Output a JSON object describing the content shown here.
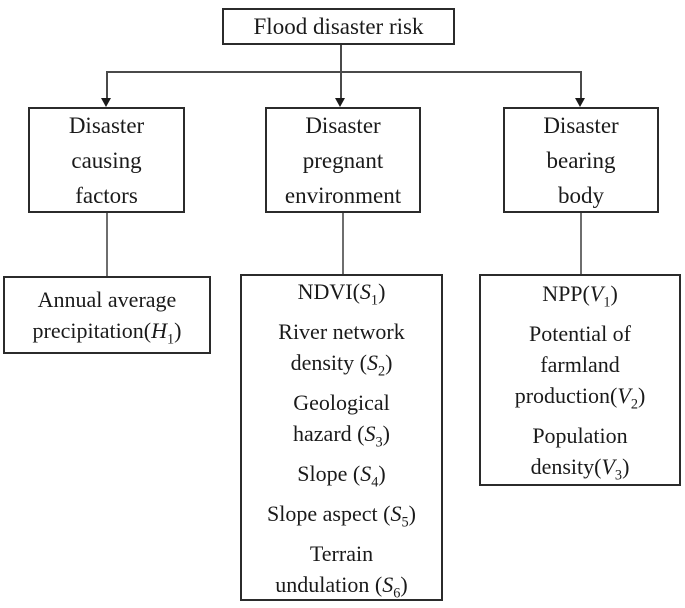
{
  "nodes": {
    "root": {
      "label": "Flood disaster risk"
    },
    "branches": [
      {
        "name": "disaster-causing-factors",
        "lines": [
          "Disaster",
          "causing",
          "factors"
        ]
      },
      {
        "name": "disaster-pregnant-environment",
        "lines": [
          "Disaster",
          "pregnant",
          "environment"
        ]
      },
      {
        "name": "disaster-bearing-body",
        "lines": [
          "Disaster",
          "bearing",
          "body"
        ]
      }
    ],
    "leaves": [
      {
        "name": "hazard-causing-indicators",
        "items": [
          {
            "lines": [
              [
                {
                  "t": "Annual average",
                  "s": "n"
                }
              ],
              [
                {
                  "t": "precipitation(",
                  "s": "n"
                },
                {
                  "t": "H",
                  "s": "i"
                },
                {
                  "t": "1",
                  "s": "sub"
                },
                {
                  "t": ")",
                  "s": "n"
                }
              ]
            ]
          }
        ]
      },
      {
        "name": "pregnant-environment-indicators",
        "items": [
          {
            "lines": [
              [
                {
                  "t": "NDVI(",
                  "s": "n"
                },
                {
                  "t": "S",
                  "s": "i"
                },
                {
                  "t": "1",
                  "s": "sub"
                },
                {
                  "t": ")",
                  "s": "n"
                }
              ]
            ]
          },
          {
            "lines": [
              [
                {
                  "t": "River network",
                  "s": "n"
                }
              ],
              [
                {
                  "t": "density (",
                  "s": "n"
                },
                {
                  "t": "S",
                  "s": "i"
                },
                {
                  "t": "2",
                  "s": "sub"
                },
                {
                  "t": ")",
                  "s": "n"
                }
              ]
            ]
          },
          {
            "lines": [
              [
                {
                  "t": "Geological",
                  "s": "n"
                }
              ],
              [
                {
                  "t": "hazard (",
                  "s": "n"
                },
                {
                  "t": "S",
                  "s": "i"
                },
                {
                  "t": "3",
                  "s": "sub"
                },
                {
                  "t": ")",
                  "s": "n"
                }
              ]
            ]
          },
          {
            "lines": [
              [
                {
                  "t": "Slope (",
                  "s": "n"
                },
                {
                  "t": "S",
                  "s": "i"
                },
                {
                  "t": "4",
                  "s": "sub"
                },
                {
                  "t": ")",
                  "s": "n"
                }
              ]
            ]
          },
          {
            "lines": [
              [
                {
                  "t": "Slope aspect (",
                  "s": "n"
                },
                {
                  "t": "S",
                  "s": "i"
                },
                {
                  "t": "5",
                  "s": "sub"
                },
                {
                  "t": ")",
                  "s": "n"
                }
              ]
            ]
          },
          {
            "lines": [
              [
                {
                  "t": "Terrain",
                  "s": "n"
                }
              ],
              [
                {
                  "t": "undulation (",
                  "s": "n"
                },
                {
                  "t": "S",
                  "s": "i"
                },
                {
                  "t": "6",
                  "s": "sub"
                },
                {
                  "t": ")",
                  "s": "n"
                }
              ]
            ]
          }
        ]
      },
      {
        "name": "bearing-body-indicators",
        "items": [
          {
            "lines": [
              [
                {
                  "t": "NPP(",
                  "s": "n"
                },
                {
                  "t": "V",
                  "s": "i"
                },
                {
                  "t": "1",
                  "s": "sub"
                },
                {
                  "t": ")",
                  "s": "n"
                }
              ]
            ]
          },
          {
            "lines": [
              [
                {
                  "t": "Potential of",
                  "s": "n"
                }
              ],
              [
                {
                  "t": "farmland",
                  "s": "n"
                }
              ],
              [
                {
                  "t": "production(",
                  "s": "n"
                },
                {
                  "t": "V",
                  "s": "i"
                },
                {
                  "t": "2",
                  "s": "sub"
                },
                {
                  "t": ")",
                  "s": "n"
                }
              ]
            ]
          },
          {
            "lines": [
              [
                {
                  "t": "Population",
                  "s": "n"
                }
              ],
              [
                {
                  "t": "density(",
                  "s": "n"
                },
                {
                  "t": "V",
                  "s": "i"
                },
                {
                  "t": "3",
                  "s": "sub"
                },
                {
                  "t": ")",
                  "s": "n"
                }
              ]
            ]
          }
        ]
      }
    ]
  },
  "colors": {
    "border": "#2b2b2b",
    "connector": "#6e6e6e",
    "text": "#1a1a1a",
    "background": "#ffffff"
  }
}
